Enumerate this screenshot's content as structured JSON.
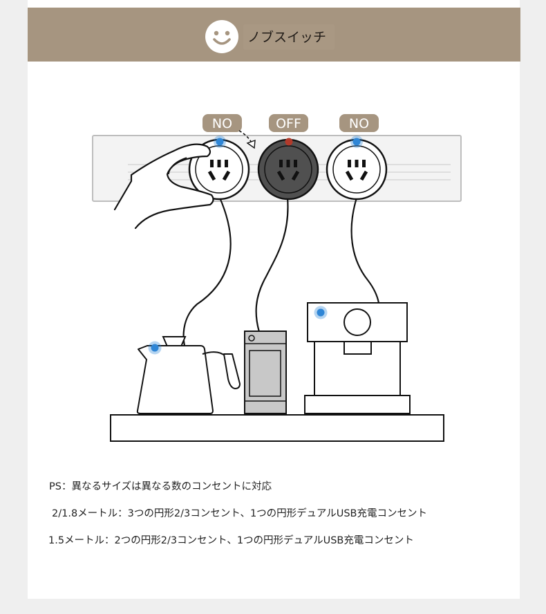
{
  "header": {
    "icon": "smiley-icon",
    "title": "ノブスイッチ",
    "color": "#a69580"
  },
  "illustration": {
    "labels": [
      "NO",
      "OFF",
      "NO"
    ],
    "indicator_colors": {
      "on": "#2f86d6",
      "off": "#b23a2b"
    },
    "icons": [
      "hand-icon",
      "socket-icon",
      "kettle-icon",
      "water-dispenser-icon",
      "coffee-machine-icon"
    ]
  },
  "notes": {
    "line1": "PS：異なるサイズは異なる数のコンセントに対応",
    "line2": "2/1.8メートル：3つの円形2/3コンセント、1つの円形デュアルUSB充電コンセント",
    "line3": "1.5メートル：2つの円形2/3コンセント、1つの円形デュアルUSB充電コンセント"
  }
}
